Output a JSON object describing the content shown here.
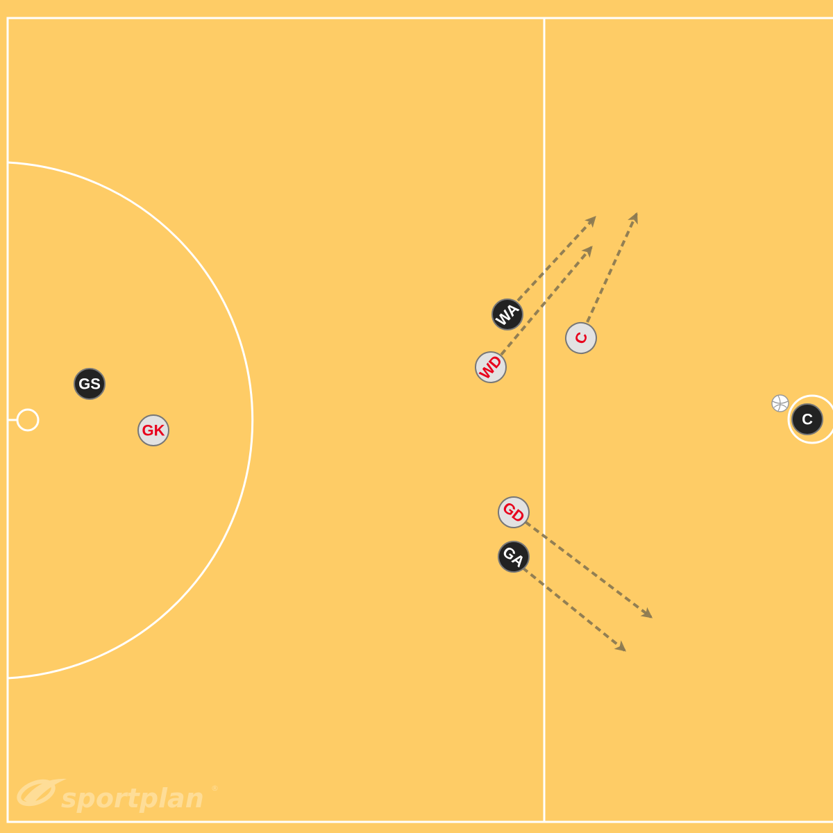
{
  "colors": {
    "court": "#FECC66",
    "lines": "#FFFFFF",
    "dark_player_fill": "#222222",
    "dark_player_text": "#FFFFFF",
    "light_player_fill": "#E2E2E2",
    "light_player_text": "#E8001C",
    "arrow": "#8C7A52",
    "brand": "#FFE3A8"
  },
  "players": {
    "gs": "GS",
    "gk": "GK",
    "wa": "WA",
    "wd": "WD",
    "c_light": "C",
    "gd": "GD",
    "ga": "GA",
    "c_dark": "C"
  },
  "brand": {
    "name": "sportplan",
    "mark": "®"
  },
  "icons": [
    "netball-icon",
    "sportplan-logo-icon",
    "arrowhead-icon"
  ]
}
